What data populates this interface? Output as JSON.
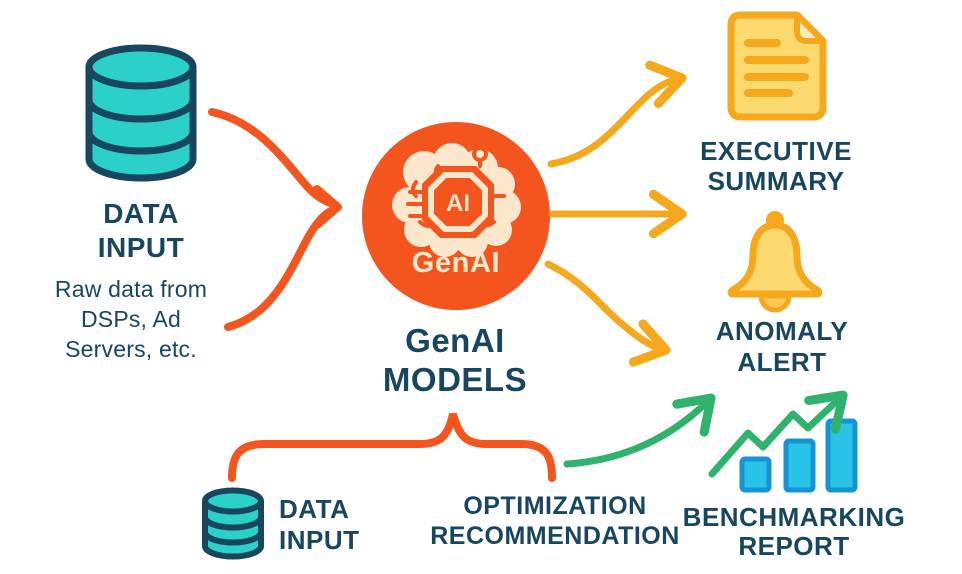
{
  "palette": {
    "navy": "#17465E",
    "teal": "#2BD1C9",
    "orange": "#F4551F",
    "amber": "#F5A81C",
    "yellow": "#FBD96E",
    "yellow-light": "#FCEDB8",
    "green": "#2EB26C",
    "cyan": "#29C3E8",
    "cyan-dark": "#1593D4",
    "cream": "#FBE8CC",
    "clapper": "#F8C855"
  },
  "left_input": {
    "icon": "database-icon",
    "label": "DATA\nINPUT",
    "description": "Raw data from\nDSPs, Ad\nServers, etc."
  },
  "center": {
    "icon": "ai-brain-icon",
    "chip_label": "AI",
    "badge_label": "GenAI",
    "title": "GenAI\nMODELS"
  },
  "outputs": [
    {
      "icon": "document-icon",
      "label": "EXECUTIVE\nSUMMARY"
    },
    {
      "icon": "bell-icon",
      "label": "ANOMALY\nALERT"
    },
    {
      "icon": "bar-chart-icon",
      "label": "BENCHMARKING\nREPORT"
    }
  ],
  "bottom_inputs": [
    {
      "icon": "database-icon",
      "label": "DATA\nINPUT"
    },
    {
      "label": "OPTIMIZATION\nRECOMMENDATION"
    }
  ]
}
